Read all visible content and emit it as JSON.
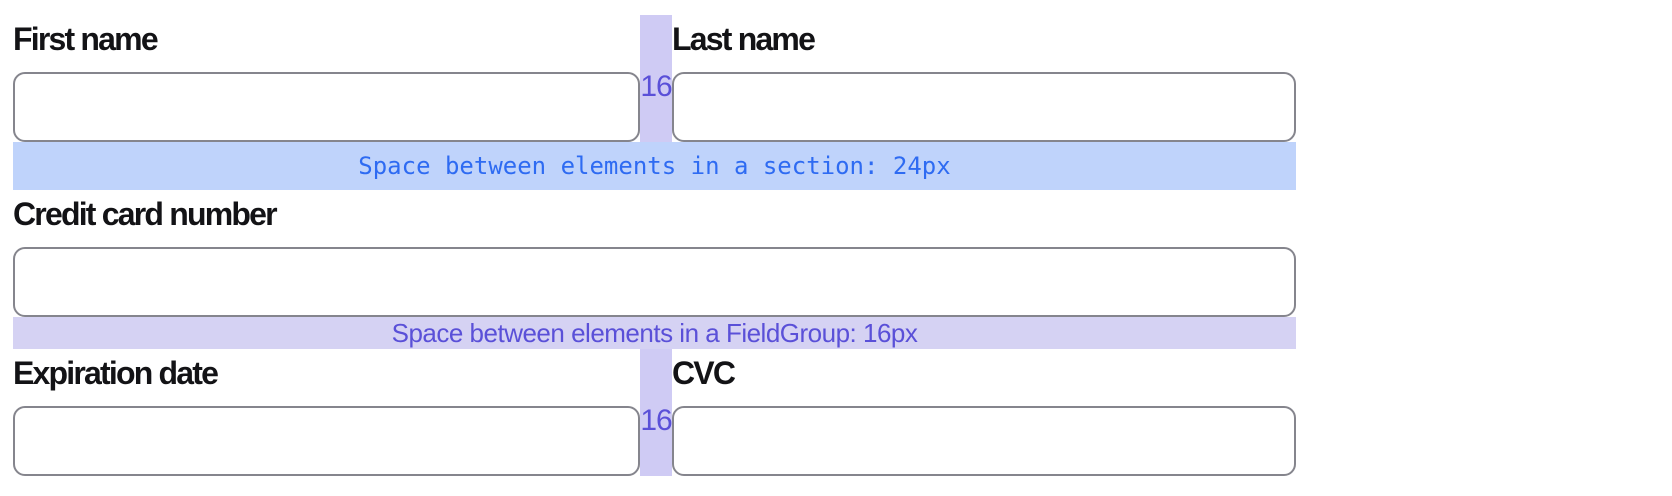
{
  "form": {
    "name_row": {
      "first_name": {
        "label": "First name",
        "value": ""
      },
      "last_name": {
        "label": "Last name",
        "value": ""
      },
      "gap_label": "16"
    },
    "card_row": {
      "card_number": {
        "label": "Credit card number",
        "value": ""
      }
    },
    "expiry_row": {
      "expiration": {
        "label": "Expiration date",
        "value": ""
      },
      "cvc": {
        "label": "CVC",
        "value": ""
      },
      "gap_label": "16"
    }
  },
  "spacers": {
    "section": {
      "text": "Space between elements in a section: 24px",
      "size": "24px"
    },
    "fieldgroup": {
      "text": "Space between elements in a FieldGroup: 16px",
      "size": "16px"
    }
  },
  "colors": {
    "section_spacer_bg": "#bfd3fb",
    "section_spacer_text": "#2e6bf2",
    "fieldgroup_spacer_bg": "#d5d2f3",
    "fieldgroup_spacer_text": "#5a50d8",
    "gap_strip_bg": "#cfcbf4",
    "gap_label_text": "#5a50d8",
    "input_border": "#85858d",
    "label_text": "#131316"
  }
}
